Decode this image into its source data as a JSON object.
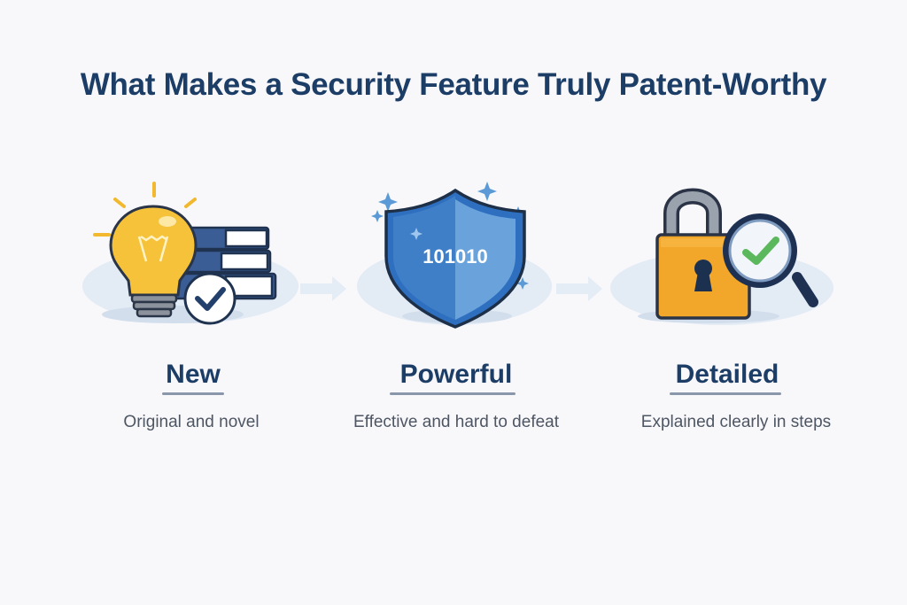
{
  "title": "What Makes a Security Feature Truly Patent-Worthy",
  "colors": {
    "title": "#1c3d66",
    "bulb": "#f5c23a",
    "shield": "#3f7fc8",
    "lock": "#f2a72b",
    "check_green": "#5cb85c",
    "book_blue": "#3b5d95",
    "platform": "#e3ebf5"
  },
  "items": [
    {
      "label": "New",
      "description": "Original and novel",
      "icon": "lightbulb-books-check-icon"
    },
    {
      "label": "Powerful",
      "description": "Effective and hard to defeat",
      "icon": "shield-binary-icon",
      "shield_text": "101010"
    },
    {
      "label": "Detailed",
      "description": "Explained clearly in steps",
      "icon": "padlock-magnifier-check-icon"
    }
  ],
  "connectors": [
    "arrow-right-icon",
    "arrow-right-icon"
  ]
}
